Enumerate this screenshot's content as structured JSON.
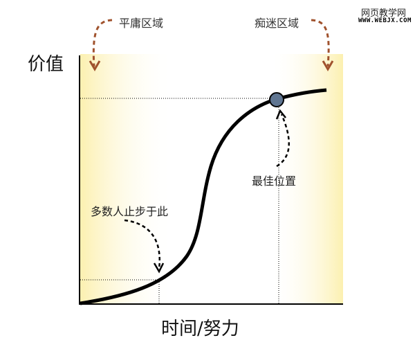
{
  "watermark": {
    "title": "网页教学网",
    "url": "WWW.WEBJX.COM"
  },
  "labels": {
    "zone_mediocre": "平庸区域",
    "zone_obsession": "痴迷区域",
    "y_axis": "价值",
    "x_axis": "时间/努力",
    "best_position": "最佳位置",
    "most_stop": "多数人止步于此"
  },
  "colors": {
    "shade": "#fdf5c0",
    "curve": "#000000",
    "arrow_brown": "#a0522d",
    "marker": "#5f7591"
  }
}
